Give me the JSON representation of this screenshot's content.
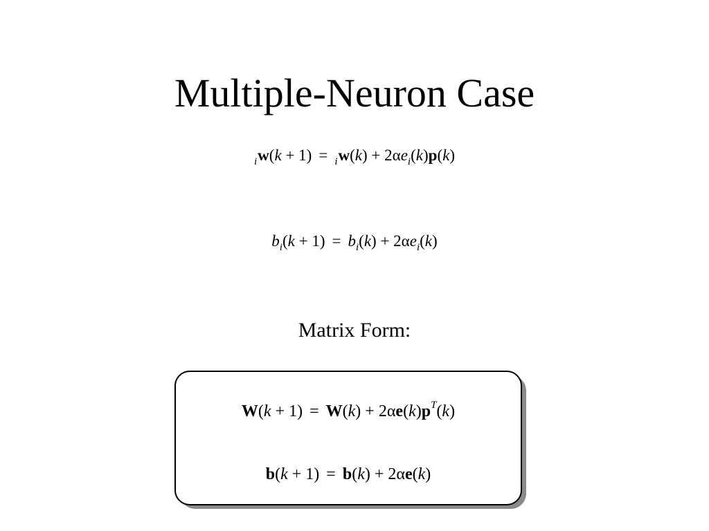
{
  "slide": {
    "title": "Multiple-Neuron Case",
    "subheading": "Matrix Form:"
  },
  "equations": {
    "weight_update": "_iw(k + 1) = _iw(k) + 2αe_i(k)p(k)",
    "bias_update": "b_i(k + 1) = b_i(k) + 2αe_i(k)",
    "matrix_weight_update": "W(k + 1) = W(k) + 2αe(k)p^T(k)",
    "matrix_bias_update": "b(k + 1) = b(k) + 2αe(k)"
  }
}
